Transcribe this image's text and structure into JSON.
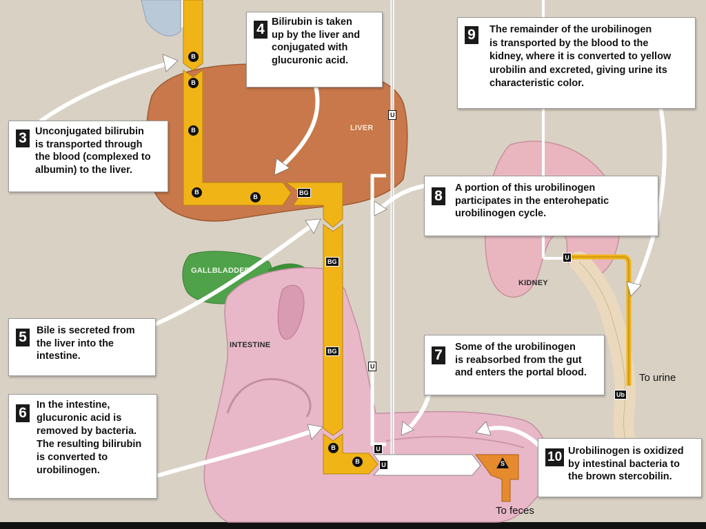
{
  "labels": {
    "liver": "LIVER",
    "gallbladder": "GALLBLADDER",
    "intestine": "INTESTINE",
    "kidney": "KIDNEY",
    "to_urine": "To urine",
    "to_feces": "To feces"
  },
  "badges": {
    "bilirubin": "B",
    "bilirubin_glucuronide": "BG",
    "urobilinogen": "U",
    "urobilin": "Ub",
    "stercobilin": "S"
  },
  "steps": [
    {
      "number": "3",
      "text": "Unconjugated bilirubin\nis transported through\nthe blood (complexed to\nalbumin) to the liver."
    },
    {
      "number": "4",
      "text": "Bilirubin is taken\nup by the liver and\nconjugated with\nglucuronic acid."
    },
    {
      "number": "5",
      "text": "Bile is secreted from\nthe liver into the\nintestine."
    },
    {
      "number": "6",
      "text": "In the intestine,\nglucuronic acid is\nremoved by bacteria.\nThe resulting bilirubin\nis converted to\nurobilinogen."
    },
    {
      "number": "7",
      "text": "Some of the urobilinogen\nis reabsorbed from the gut\nand enters the portal blood."
    },
    {
      "number": "8",
      "text": "A portion of this urobilinogen\nparticipates in the enterohepatic\nurobilinogen cycle."
    },
    {
      "number": "9",
      "text": "The remainder of the urobilinogen\nis transported by the blood to the\nkidney, where it is converted to yellow\nurobilin and excreted, giving urine its\ncharacteristic color."
    },
    {
      "number": "10",
      "text": "Urobilinogen is oxidized\nby intestinal bacteria to\nthe brown stercobilin."
    }
  ],
  "colors": {
    "background": "#d9d1c4",
    "liver": "#c8784a",
    "gallbladder": "#4fa14a",
    "intestine": "#e8b8c8",
    "kidney": "#e9b6c0",
    "ureter": "#ead9bd",
    "bile_duct": "#f1b417",
    "feces_duct": "#e68a2e",
    "vessel": "#ffffff"
  }
}
